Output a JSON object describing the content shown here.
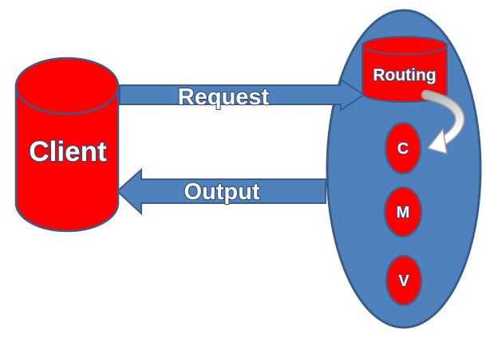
{
  "diagram": {
    "client": {
      "label": "Client"
    },
    "request_arrow": {
      "label": "Request"
    },
    "output_arrow": {
      "label": "Output"
    },
    "server_group": {
      "routing": {
        "label": "Routing"
      },
      "nodes": [
        {
          "label": "C"
        },
        {
          "label": "M"
        },
        {
          "label": "V"
        }
      ]
    }
  },
  "colors": {
    "red": "#ff0000",
    "blue_fill": "#4f81bd",
    "blue_border": "#385d8a",
    "node_border": "#41618e",
    "text_fill": "#ffffff",
    "text_outline": "#2e4d77",
    "arrow_gray": "#b3b3b3",
    "arrow_gray_edge": "#9e9e9e",
    "arrow_white": "#ffffff",
    "background": "#ffffff"
  }
}
